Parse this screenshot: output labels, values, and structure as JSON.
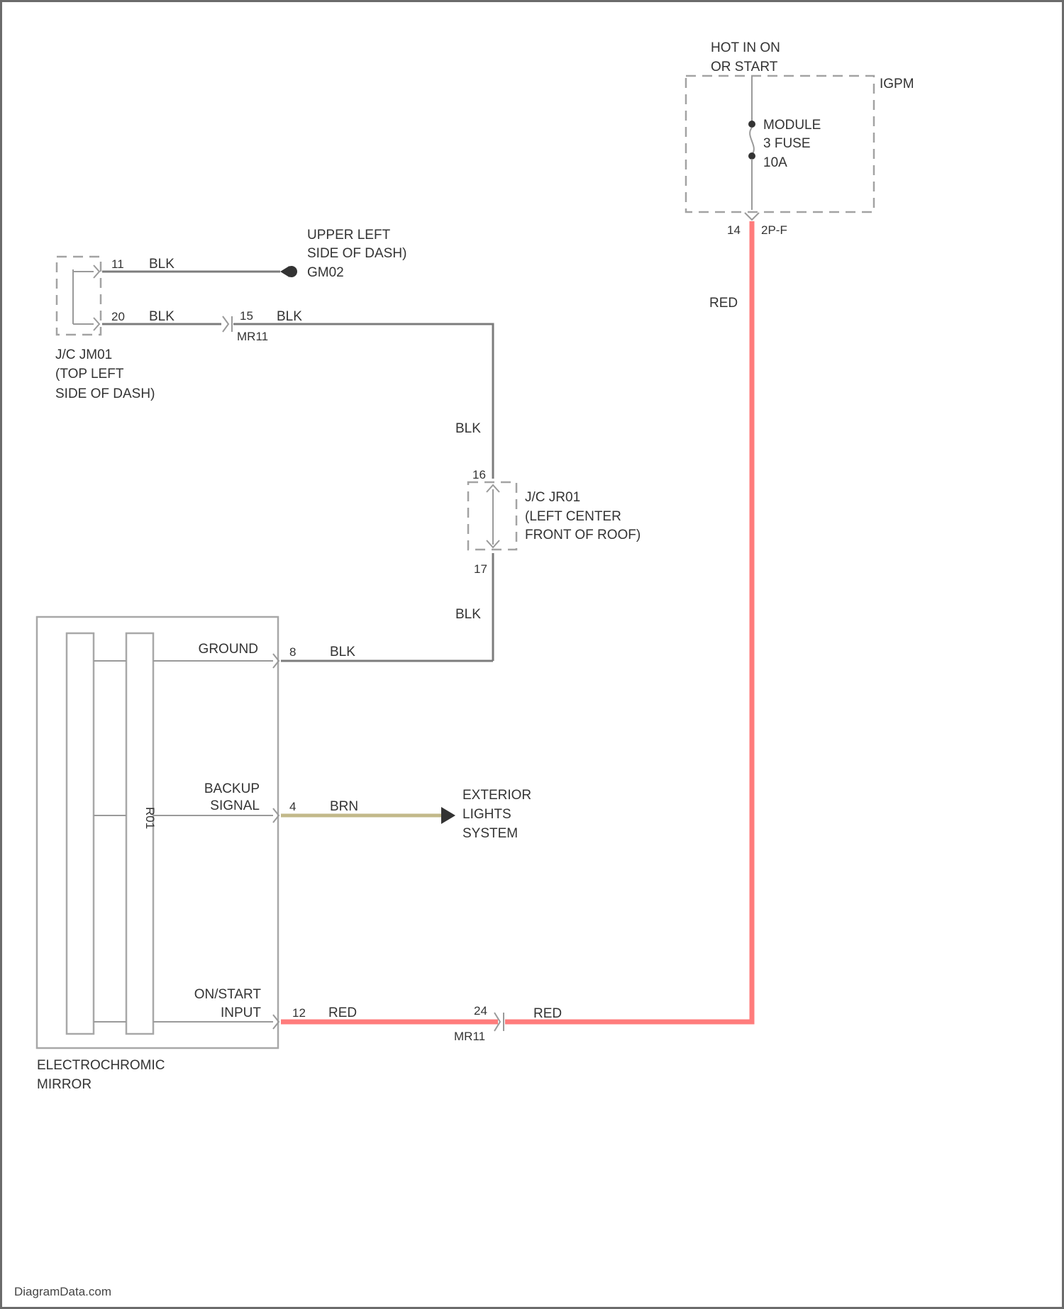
{
  "fuse_block": {
    "power_label": [
      "HOT IN ON",
      "OR START"
    ],
    "name": "IGPM",
    "fuse_label": [
      "MODULE",
      "3 FUSE",
      "10A"
    ],
    "pin": "14",
    "connector": "2P-F"
  },
  "ground": {
    "label": [
      "UPPER LEFT",
      "SIDE OF DASH)",
      "GM02"
    ],
    "upper_pin": "11",
    "upper_wire": "BLK",
    "lower_pin": "20",
    "lower_wire": "BLK",
    "inline_pin": "15",
    "inline_wire": "BLK",
    "inline_connector": "MR11",
    "splice_label": [
      "J/C JM01",
      "(TOP LEFT",
      "SIDE OF DASH)"
    ]
  },
  "roof_junction": {
    "upper_wire": "BLK",
    "upper_pin": "16",
    "lower_pin": "17",
    "lower_wire": "BLK",
    "label": [
      "J/C JR01",
      "(LEFT CENTER",
      "FRONT OF ROOF)"
    ]
  },
  "mirror": {
    "label": [
      "ELECTROCHROMIC",
      "MIRROR"
    ],
    "ground_label": "GROUND",
    "ground_pin": "8",
    "ground_wire": "BLK",
    "backup_label": [
      "BACKUP",
      "SIGNAL"
    ],
    "backup_pin": "4",
    "backup_wire": "BRN",
    "connector": "R01",
    "input_label": [
      "ON/START",
      "INPUT"
    ],
    "input_pin": "12",
    "input_wire": "RED"
  },
  "exterior_lights": {
    "label": [
      "EXTERIOR",
      "LIGHTS",
      "SYSTEM"
    ]
  },
  "red_circuit": {
    "upper_wire": "RED",
    "inline_pin": "24",
    "inline_connector": "MR11",
    "inline_wire": "RED"
  },
  "watermark": "DiagramData.com",
  "colors": {
    "background": "#ffffff",
    "frame": "#6b6b6b",
    "blk_wire": "#7c7c7c",
    "red_wire": "#ff7c7c",
    "brn_wire": "#c2b98a"
  }
}
